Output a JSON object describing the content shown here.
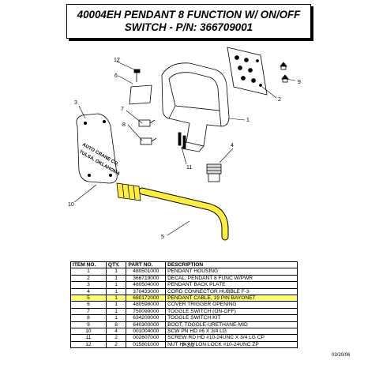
{
  "title": {
    "line1": "40004EH PENDANT 8 FUNCTION W/ ON/OFF",
    "line2": "SWITCH - P/N: 366709001"
  },
  "diagram": {
    "plate_text_line1": "AUTO CRANE CO.",
    "plate_text_line2": "TULSA, OKLAHOMA",
    "callouts": [
      "1",
      "2",
      "3",
      "4",
      "5",
      "6",
      "7",
      "8",
      "9",
      "10",
      "11",
      "12"
    ]
  },
  "table": {
    "headers": [
      "ITEM NO.",
      "QTY.",
      "PART NO.",
      "DESCRIPTION"
    ],
    "rows": [
      {
        "item": "1",
        "qty": "1",
        "part": "480501000",
        "desc": "PENDANT HOUSING"
      },
      {
        "item": "2",
        "qty": "1",
        "part": "366719000",
        "desc": "DECAL, PENDANT 8 FUNC W/PWR"
      },
      {
        "item": "3",
        "qty": "1",
        "part": "480504000",
        "desc": "PENDANT BACK PLATE"
      },
      {
        "item": "4",
        "qty": "1",
        "part": "370433000",
        "desc": "CORD CONNECTOR HUBBLE F-3"
      },
      {
        "item": "5",
        "qty": "1",
        "part": "680172000",
        "desc": "PENDANT CABLE, 19 PIN BAYONET"
      },
      {
        "item": "6",
        "qty": "1",
        "part": "480598000",
        "desc": "COVER TRIGGER OPENING"
      },
      {
        "item": "7",
        "qty": "1",
        "part": "750090000",
        "desc": "TOGGLE SWITCH (ON-OFF)"
      },
      {
        "item": "8",
        "qty": "1",
        "part": "634200000",
        "desc": "TOGGLE SWITCH KIT"
      },
      {
        "item": "9",
        "qty": "8",
        "part": "640300000",
        "desc": "BOOT, TOGGLE-URETHANE-MID"
      },
      {
        "item": "10",
        "qty": "4",
        "part": "001004000",
        "desc": "SCW PN HD #6 X 3/4 LG"
      },
      {
        "item": "11",
        "qty": "2",
        "part": "002607000",
        "desc": "SCREW RD HD #10-24UNC X 3/4 LG CP"
      },
      {
        "item": "12",
        "qty": "2",
        "part": "015801000",
        "desc": "NUT HX NYLON LOCK #10-24UNC ZP"
      }
    ],
    "highlight_color": "#ffff66"
  },
  "footer": {
    "page": "7-3.1",
    "date": "03/20/06"
  }
}
